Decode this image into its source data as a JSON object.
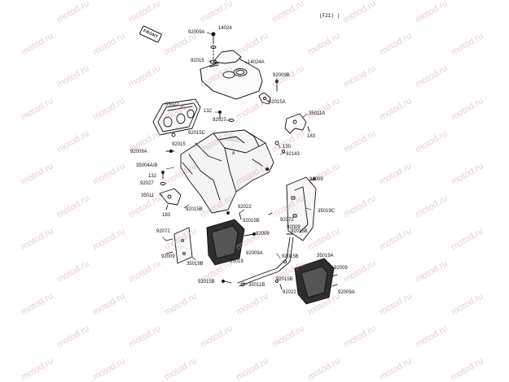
{
  "page_code": "(F21) )",
  "front_tag": "FRONT",
  "watermark": "motod.ru",
  "colors": {
    "line": "#111111",
    "fill_dark": "#333333",
    "watermark": "#d9a3a3"
  },
  "labels": [
    {
      "id": "l1",
      "text": "92009A"
    },
    {
      "id": "l2",
      "text": "14024"
    },
    {
      "id": "l3",
      "text": "14024A"
    },
    {
      "id": "l4",
      "text": "92015"
    },
    {
      "id": "l5",
      "text": "92009B"
    },
    {
      "id": "l6",
      "text": "92015A"
    },
    {
      "id": "l7",
      "text": "35011A"
    },
    {
      "id": "l8",
      "text": "183"
    },
    {
      "id": "l9",
      "text": "55022"
    },
    {
      "id": "l10",
      "text": "132"
    },
    {
      "id": "l11",
      "text": "92027"
    },
    {
      "id": "l12",
      "text": "92015C"
    },
    {
      "id": "l13",
      "text": "92015"
    },
    {
      "id": "l14",
      "text": "130"
    },
    {
      "id": "l15",
      "text": "92143"
    },
    {
      "id": "l16",
      "text": "92009A"
    },
    {
      "id": "l17",
      "text": "35004A/B"
    },
    {
      "id": "l18",
      "text": "132"
    },
    {
      "id": "l19",
      "text": "92027"
    },
    {
      "id": "l20",
      "text": "92009"
    },
    {
      "id": "l21",
      "text": "35011"
    },
    {
      "id": "l22",
      "text": "183"
    },
    {
      "id": "l23",
      "text": "92015B"
    },
    {
      "id": "l24",
      "text": "92022"
    },
    {
      "id": "l25",
      "text": "92015B"
    },
    {
      "id": "l26",
      "text": "35019C"
    },
    {
      "id": "l27",
      "text": "92072"
    },
    {
      "id": "l28",
      "text": "92009"
    },
    {
      "id": "l29",
      "text": "92072"
    },
    {
      "id": "l30",
      "text": "92015B"
    },
    {
      "id": "l31",
      "text": "92009"
    },
    {
      "id": "l32",
      "text": "92009A"
    },
    {
      "id": "l33",
      "text": "35019B"
    },
    {
      "id": "l34",
      "text": "35019"
    },
    {
      "id": "l35",
      "text": "92015B"
    },
    {
      "id": "l36",
      "text": "35019A"
    },
    {
      "id": "l37",
      "text": "92009"
    },
    {
      "id": "l38",
      "text": "92015B"
    },
    {
      "id": "l39",
      "text": "35011B"
    },
    {
      "id": "l40",
      "text": "92015B"
    },
    {
      "id": "l41",
      "text": "92022"
    },
    {
      "id": "l42",
      "text": "92009A"
    },
    {
      "id": "l43",
      "text": "92009"
    }
  ]
}
